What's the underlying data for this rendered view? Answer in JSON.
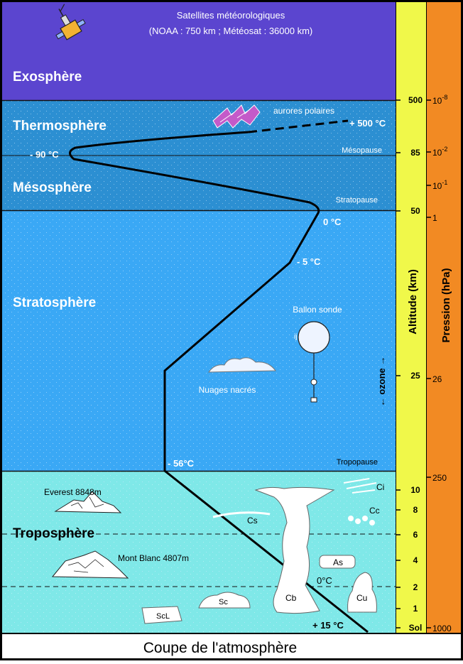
{
  "header": {
    "satellites_line1": "Satellites météorologiques",
    "satellites_line2": "(NOAA : 750 km  ;  Météosat : 36000 km)"
  },
  "layers": {
    "exosphere": "Exosphère",
    "thermosphere": "Thermosphère",
    "mesosphere": "Mésosphère",
    "stratosphere": "Stratosphère",
    "troposphere": "Troposphère"
  },
  "boundaries": {
    "mesopause": "Mésopause",
    "stratopause": "Stratopause",
    "tropopause": "Tropopause"
  },
  "temperatures": {
    "t_plus500": "+ 500 °C",
    "t_minus90": "- 90 °C",
    "t_zero_strat": "0 °C",
    "t_minus5": "- 5 °C",
    "t_minus56": "- 56°C",
    "t_zero_tropo": "0°C",
    "t_plus15": "+ 15 °C"
  },
  "features": {
    "aurores": "aurores polaires",
    "ballon": "Ballon sonde",
    "nuages_nacres": "Nuages nacrés",
    "ozone": "← ozone →",
    "everest": "Everest 8848m",
    "montblanc": "Mont Blanc 4807m"
  },
  "clouds": {
    "ci": "Ci",
    "cc": "Cc",
    "cs": "Cs",
    "as": "As",
    "cb": "Cb",
    "cu": "Cu",
    "sc": "Sc",
    "scl": "ScL"
  },
  "axes": {
    "altitude_label": "Altitude (km)",
    "pressure_label": "Pression (hPa)",
    "alt_ticks": [
      "500",
      "85",
      "50",
      "25",
      "10",
      "8",
      "6",
      "4",
      "2",
      "1",
      "Sol"
    ],
    "pressure_ticks": [
      {
        "base": "10",
        "exp": "-8"
      },
      {
        "base": "10",
        "exp": "-2"
      },
      {
        "base": "10",
        "exp": "-1"
      },
      {
        "base": "1",
        "exp": ""
      },
      {
        "base": "26",
        "exp": ""
      },
      {
        "base": "250",
        "exp": ""
      },
      {
        "base": "1000",
        "exp": ""
      }
    ]
  },
  "footer": {
    "title": "Coupe de l'atmosphère"
  },
  "colors": {
    "exosphere": "#5b45cf",
    "upper": "#2c8fd2",
    "stratosphere": "#3aa8f5",
    "troposphere": "#7fe8e8",
    "altitude_bar": "#f0f84a",
    "pressure_bar": "#f28a23"
  }
}
